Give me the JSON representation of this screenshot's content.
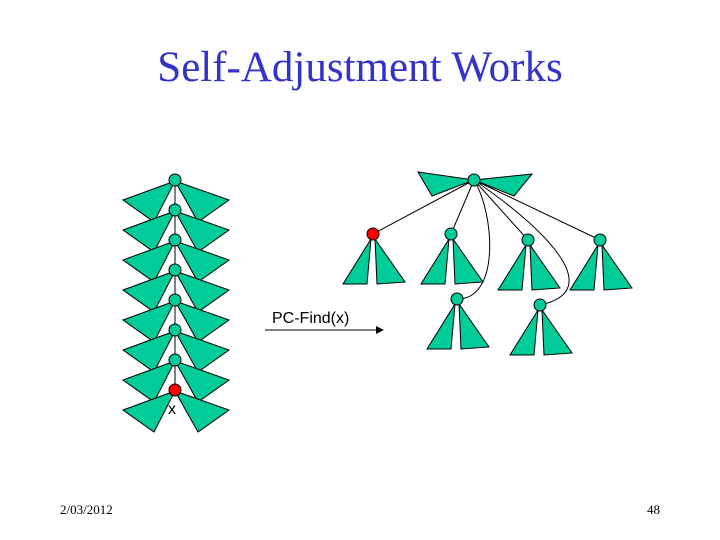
{
  "slide": {
    "title": "Self-Adjustment Works",
    "date": "2/03/2012",
    "page_number": "48"
  },
  "diagram": {
    "operation_label": "PC-Find(x)",
    "found_node_label": "x",
    "colors": {
      "subtree_fill": "#00cc99",
      "node_fill": "#00cc99",
      "target_node_fill": "#ff0000",
      "stroke": "#000000"
    }
  }
}
